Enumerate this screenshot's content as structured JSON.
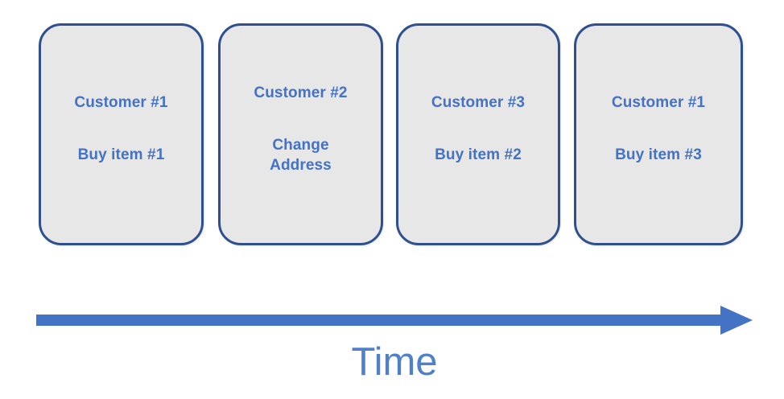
{
  "diagram": {
    "type": "event-stream-timeline",
    "colors": {
      "box_fill": "#E7E7E7",
      "box_border": "#2E5090",
      "box_text": "#4472C4",
      "arrow": "#4472C4",
      "time_label": "#5180CB",
      "background": "#FFFFFF"
    },
    "events": [
      {
        "actor": "Customer #1",
        "action": "Buy item #1"
      },
      {
        "actor": "Customer #2",
        "action": "Change\nAddress"
      },
      {
        "actor": "Customer #3",
        "action": "Buy item #2"
      },
      {
        "actor": "Customer #1",
        "action": "Buy item #3"
      }
    ],
    "axis": {
      "label": "Time",
      "direction": "left-to-right",
      "arrow_icon": "right-arrow-icon"
    }
  }
}
